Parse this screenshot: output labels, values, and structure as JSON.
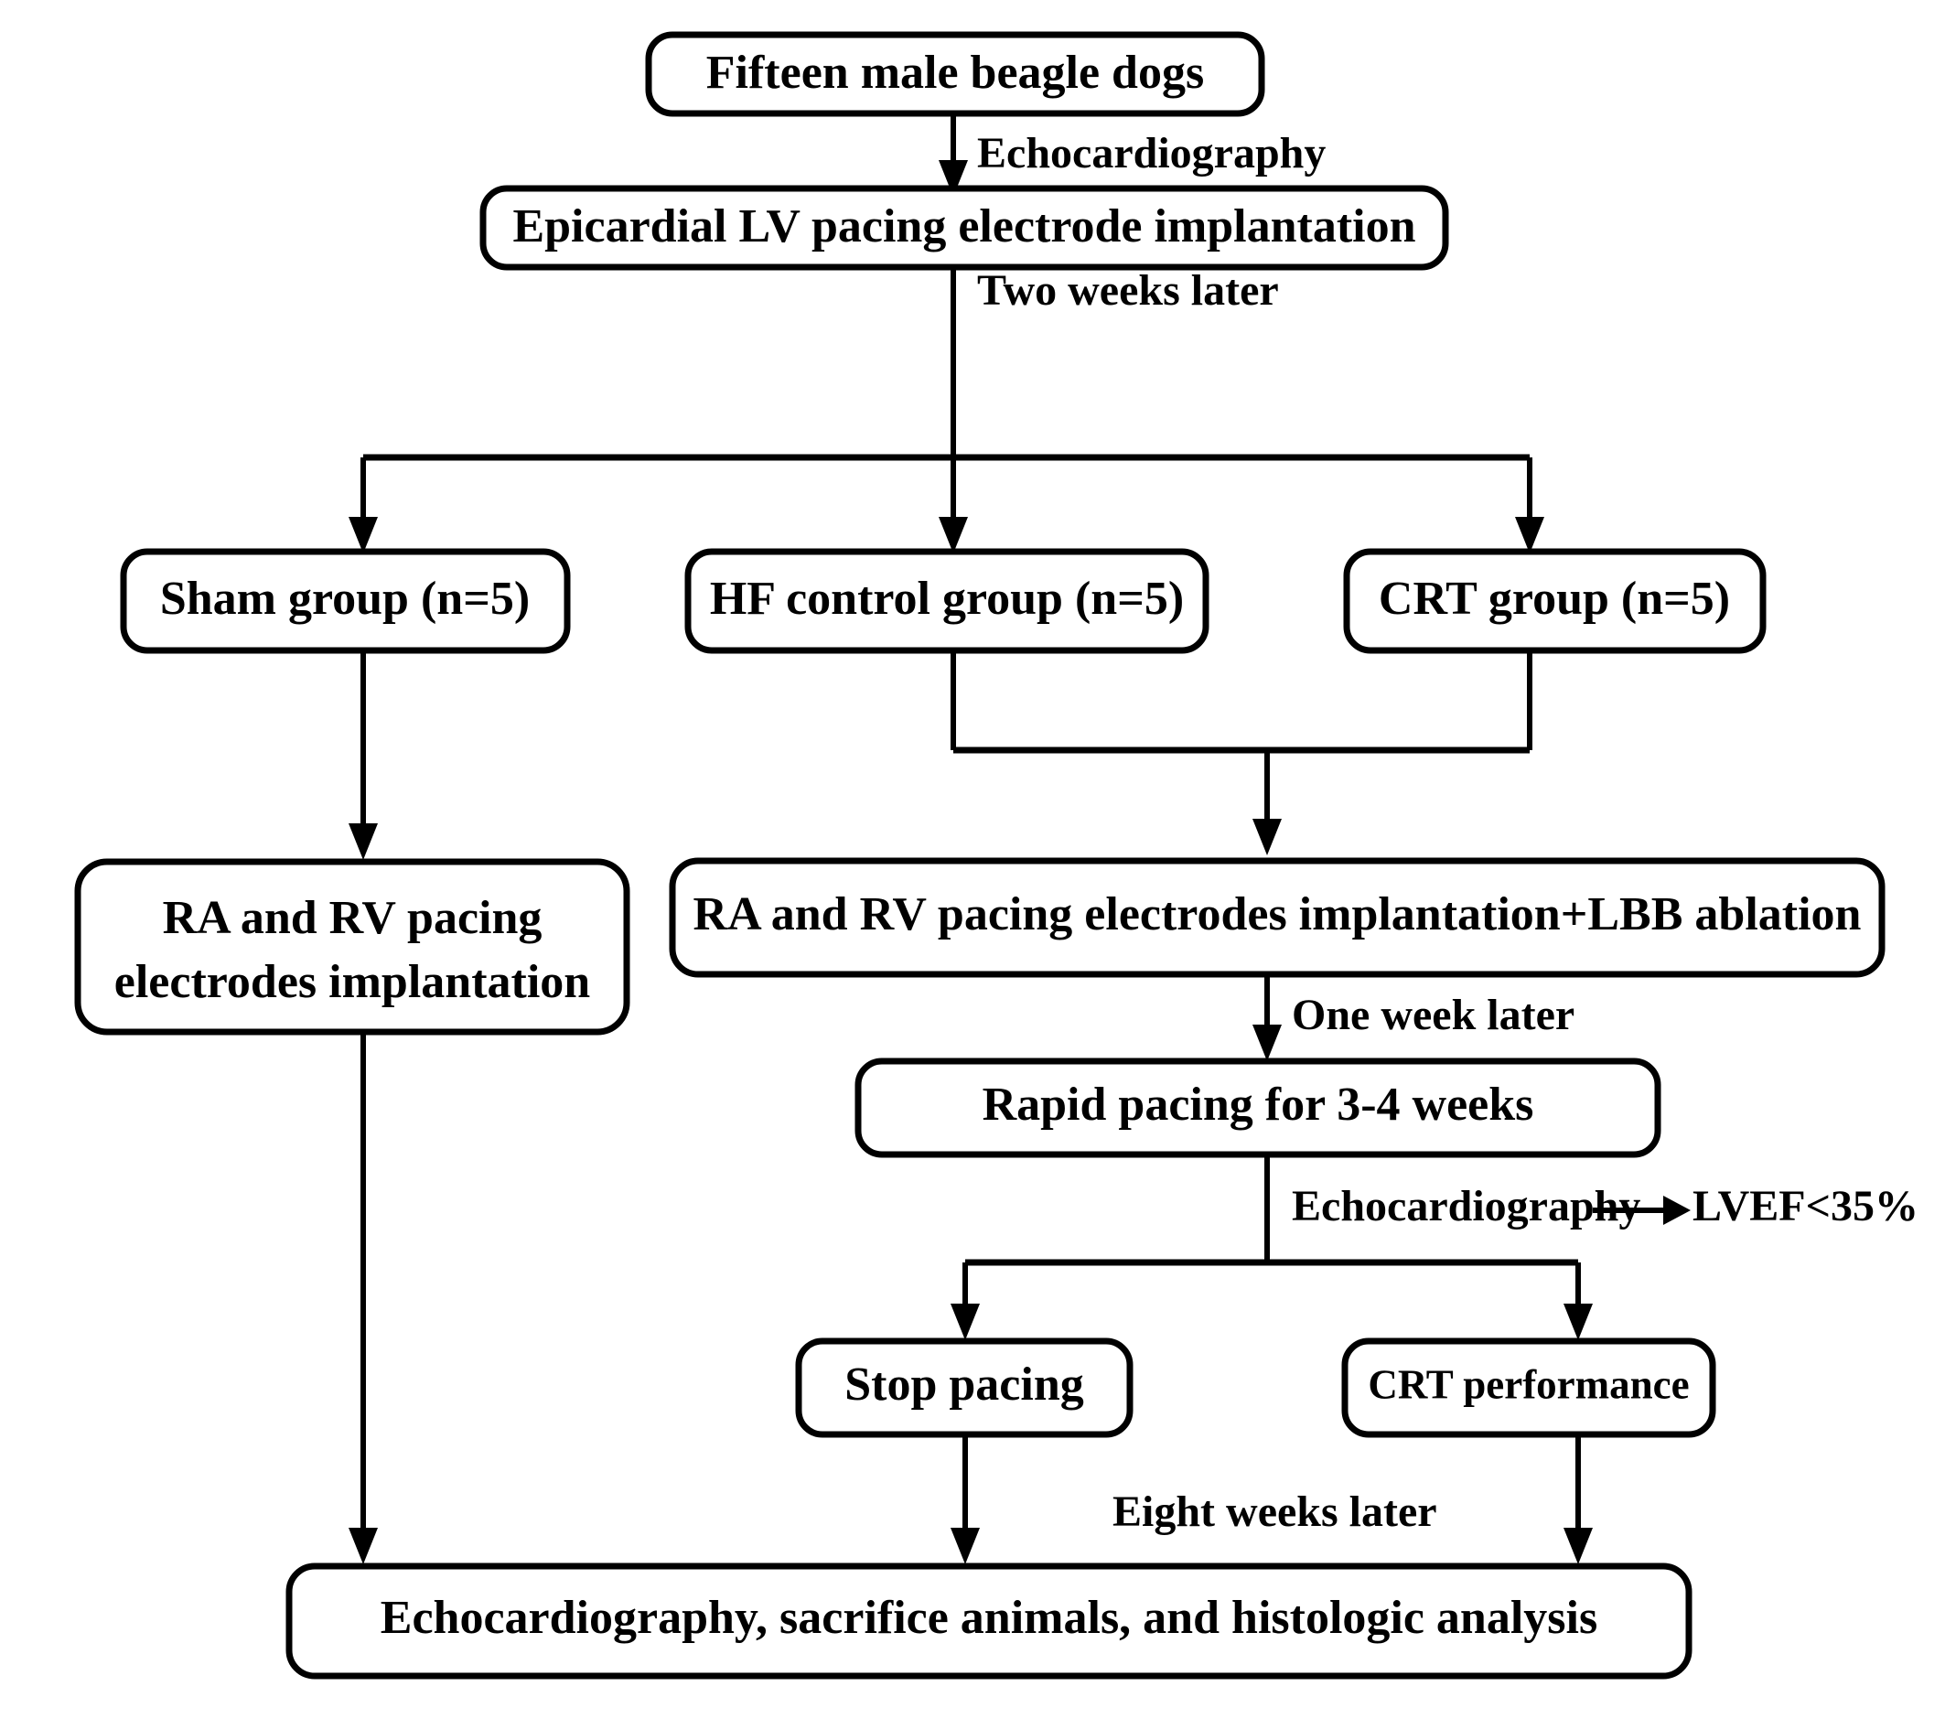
{
  "diagram": {
    "title": "Experimental protocol flowchart",
    "colors": {
      "background": "#ffffff",
      "stroke": "#000000",
      "text": "#000000"
    },
    "nodes": {
      "dogs": "Fifteen male beagle dogs",
      "lv_implant": "Epicardial LV pacing electrode implantation",
      "sham_group": "Sham group (n=5)",
      "hf_group": "HF control group (n=5)",
      "crt_group": "CRT group (n=5)",
      "sham_implant_line1": "RA and RV pacing",
      "sham_implant_line2": "electrodes implantation",
      "ra_rv_lbb": "RA and RV pacing electrodes implantation+LBB ablation",
      "rapid_pacing": "Rapid pacing for 3-4 weeks",
      "stop_pacing": "Stop pacing",
      "crt_performance": "CRT performance",
      "final": "Echocardiography, sacrifice animals, and histologic analysis"
    },
    "edge_labels": {
      "echo_1": "Echocardiography",
      "two_weeks": "Two weeks later",
      "one_week": "One week later",
      "echo_2": "Echocardiography",
      "lvef": "LVEF<35%",
      "eight_weeks": "Eight weeks later"
    }
  }
}
